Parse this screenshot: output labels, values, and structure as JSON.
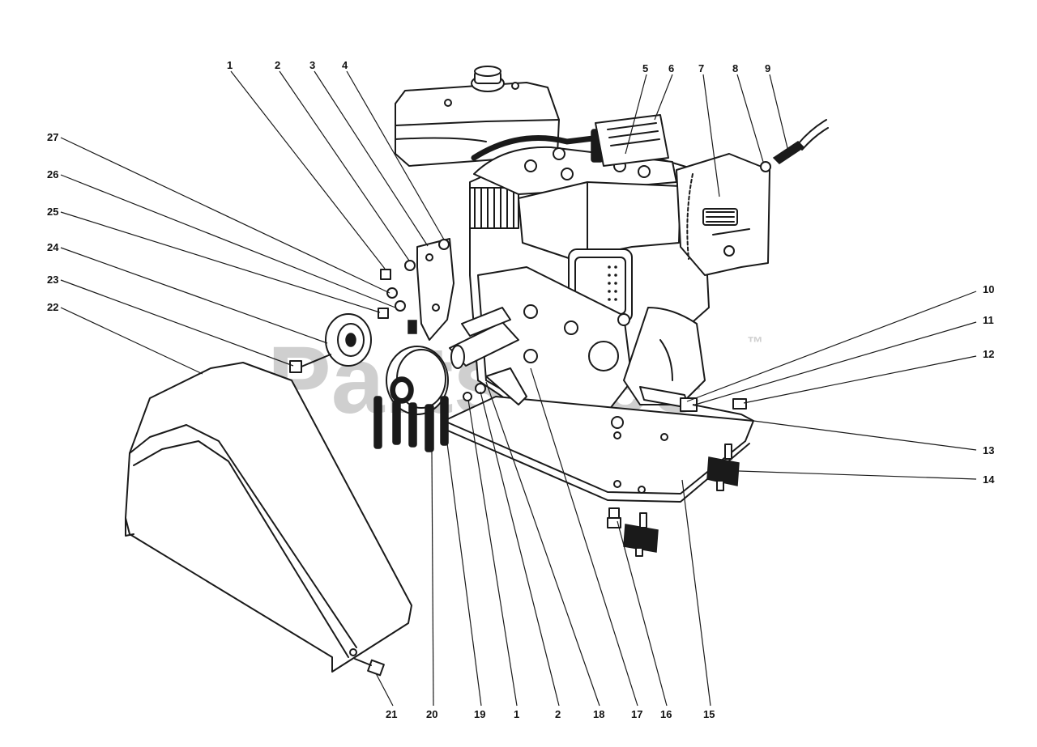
{
  "watermark": {
    "text": "PartsTree",
    "mark": "™",
    "color": "#cfcfcf"
  },
  "callouts": [
    {
      "id": "c1-top",
      "label": "1"
    },
    {
      "id": "c2-top",
      "label": "2"
    },
    {
      "id": "c3",
      "label": "3"
    },
    {
      "id": "c4",
      "label": "4"
    },
    {
      "id": "c5",
      "label": "5"
    },
    {
      "id": "c6",
      "label": "6"
    },
    {
      "id": "c7",
      "label": "7"
    },
    {
      "id": "c8",
      "label": "8"
    },
    {
      "id": "c9",
      "label": "9"
    },
    {
      "id": "c10",
      "label": "10"
    },
    {
      "id": "c11",
      "label": "11"
    },
    {
      "id": "c12",
      "label": "12"
    },
    {
      "id": "c13",
      "label": "13"
    },
    {
      "id": "c14",
      "label": "14"
    },
    {
      "id": "c15",
      "label": "15"
    },
    {
      "id": "c16",
      "label": "16"
    },
    {
      "id": "c17",
      "label": "17"
    },
    {
      "id": "c18",
      "label": "18"
    },
    {
      "id": "c2-bottom",
      "label": "2"
    },
    {
      "id": "c1-bottom",
      "label": "1"
    },
    {
      "id": "c19",
      "label": "19"
    },
    {
      "id": "c20",
      "label": "20"
    },
    {
      "id": "c21",
      "label": "21"
    },
    {
      "id": "c22",
      "label": "22"
    },
    {
      "id": "c23",
      "label": "23"
    },
    {
      "id": "c24",
      "label": "24"
    },
    {
      "id": "c25",
      "label": "25"
    },
    {
      "id": "c26",
      "label": "26"
    },
    {
      "id": "c27",
      "label": "27"
    }
  ]
}
